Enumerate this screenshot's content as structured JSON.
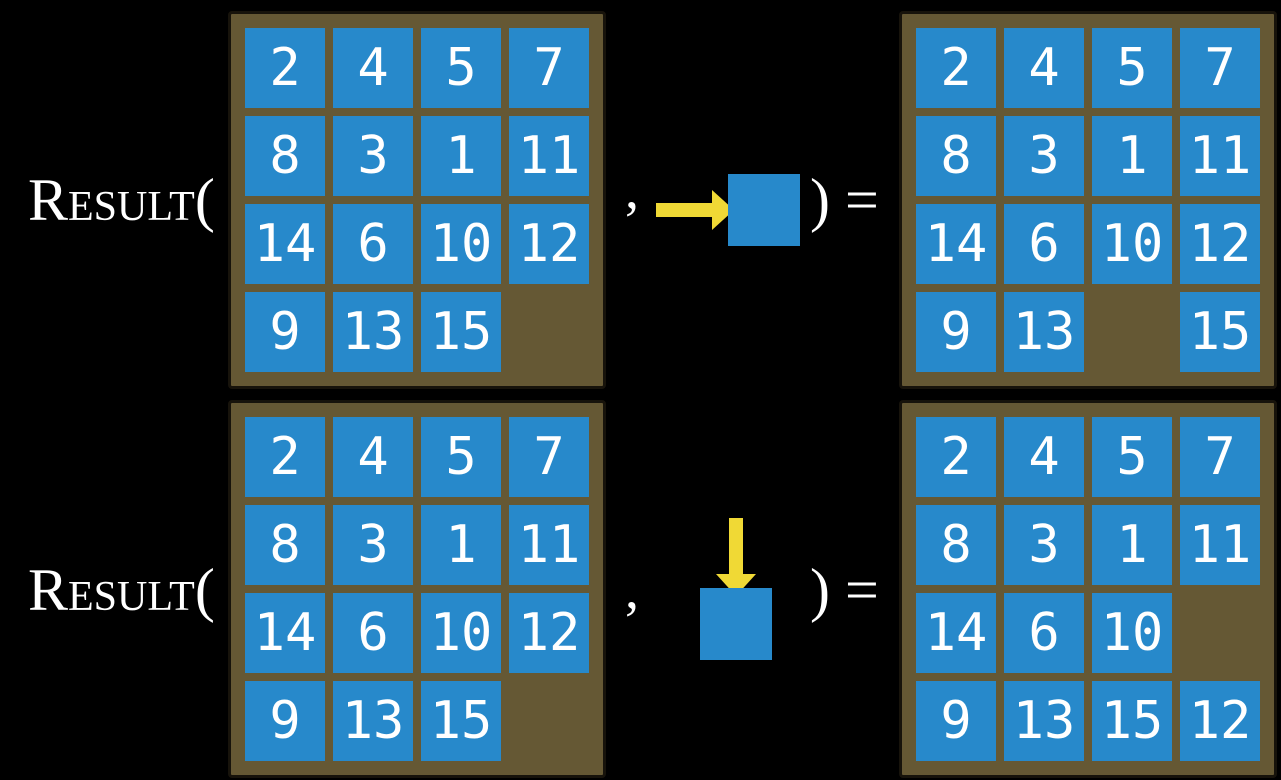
{
  "colors": {
    "background": "#000000",
    "tile_blue": "#2789CB",
    "frame_brown": "#655834",
    "frame_border": "#17130b",
    "arrow_yellow": "#F0D935",
    "text_white": "#FFFFFF"
  },
  "equation_rows": [
    {
      "label": "Result(",
      "comma": ",",
      "close": ") =",
      "action": {
        "direction": "right",
        "icon": "arrow-right-icon"
      },
      "initial_grid": {
        "rows": [
          [
            "2",
            "4",
            "5",
            "7"
          ],
          [
            "8",
            "3",
            "1",
            "11"
          ],
          [
            "14",
            "6",
            "10",
            "12"
          ],
          [
            "9",
            "13",
            "15",
            null
          ]
        ]
      },
      "result_grid": {
        "rows": [
          [
            "2",
            "4",
            "5",
            "7"
          ],
          [
            "8",
            "3",
            "1",
            "11"
          ],
          [
            "14",
            "6",
            "10",
            "12"
          ],
          [
            "9",
            "13",
            null,
            "15"
          ]
        ]
      }
    },
    {
      "label": "Result(",
      "comma": ",",
      "close": ") =",
      "action": {
        "direction": "down",
        "icon": "arrow-down-icon"
      },
      "initial_grid": {
        "rows": [
          [
            "2",
            "4",
            "5",
            "7"
          ],
          [
            "8",
            "3",
            "1",
            "11"
          ],
          [
            "14",
            "6",
            "10",
            "12"
          ],
          [
            "9",
            "13",
            "15",
            null
          ]
        ]
      },
      "result_grid": {
        "rows": [
          [
            "2",
            "4",
            "5",
            "7"
          ],
          [
            "8",
            "3",
            "1",
            "11"
          ],
          [
            "14",
            "6",
            "10",
            null
          ],
          [
            "9",
            "13",
            "15",
            "12"
          ]
        ]
      }
    }
  ]
}
